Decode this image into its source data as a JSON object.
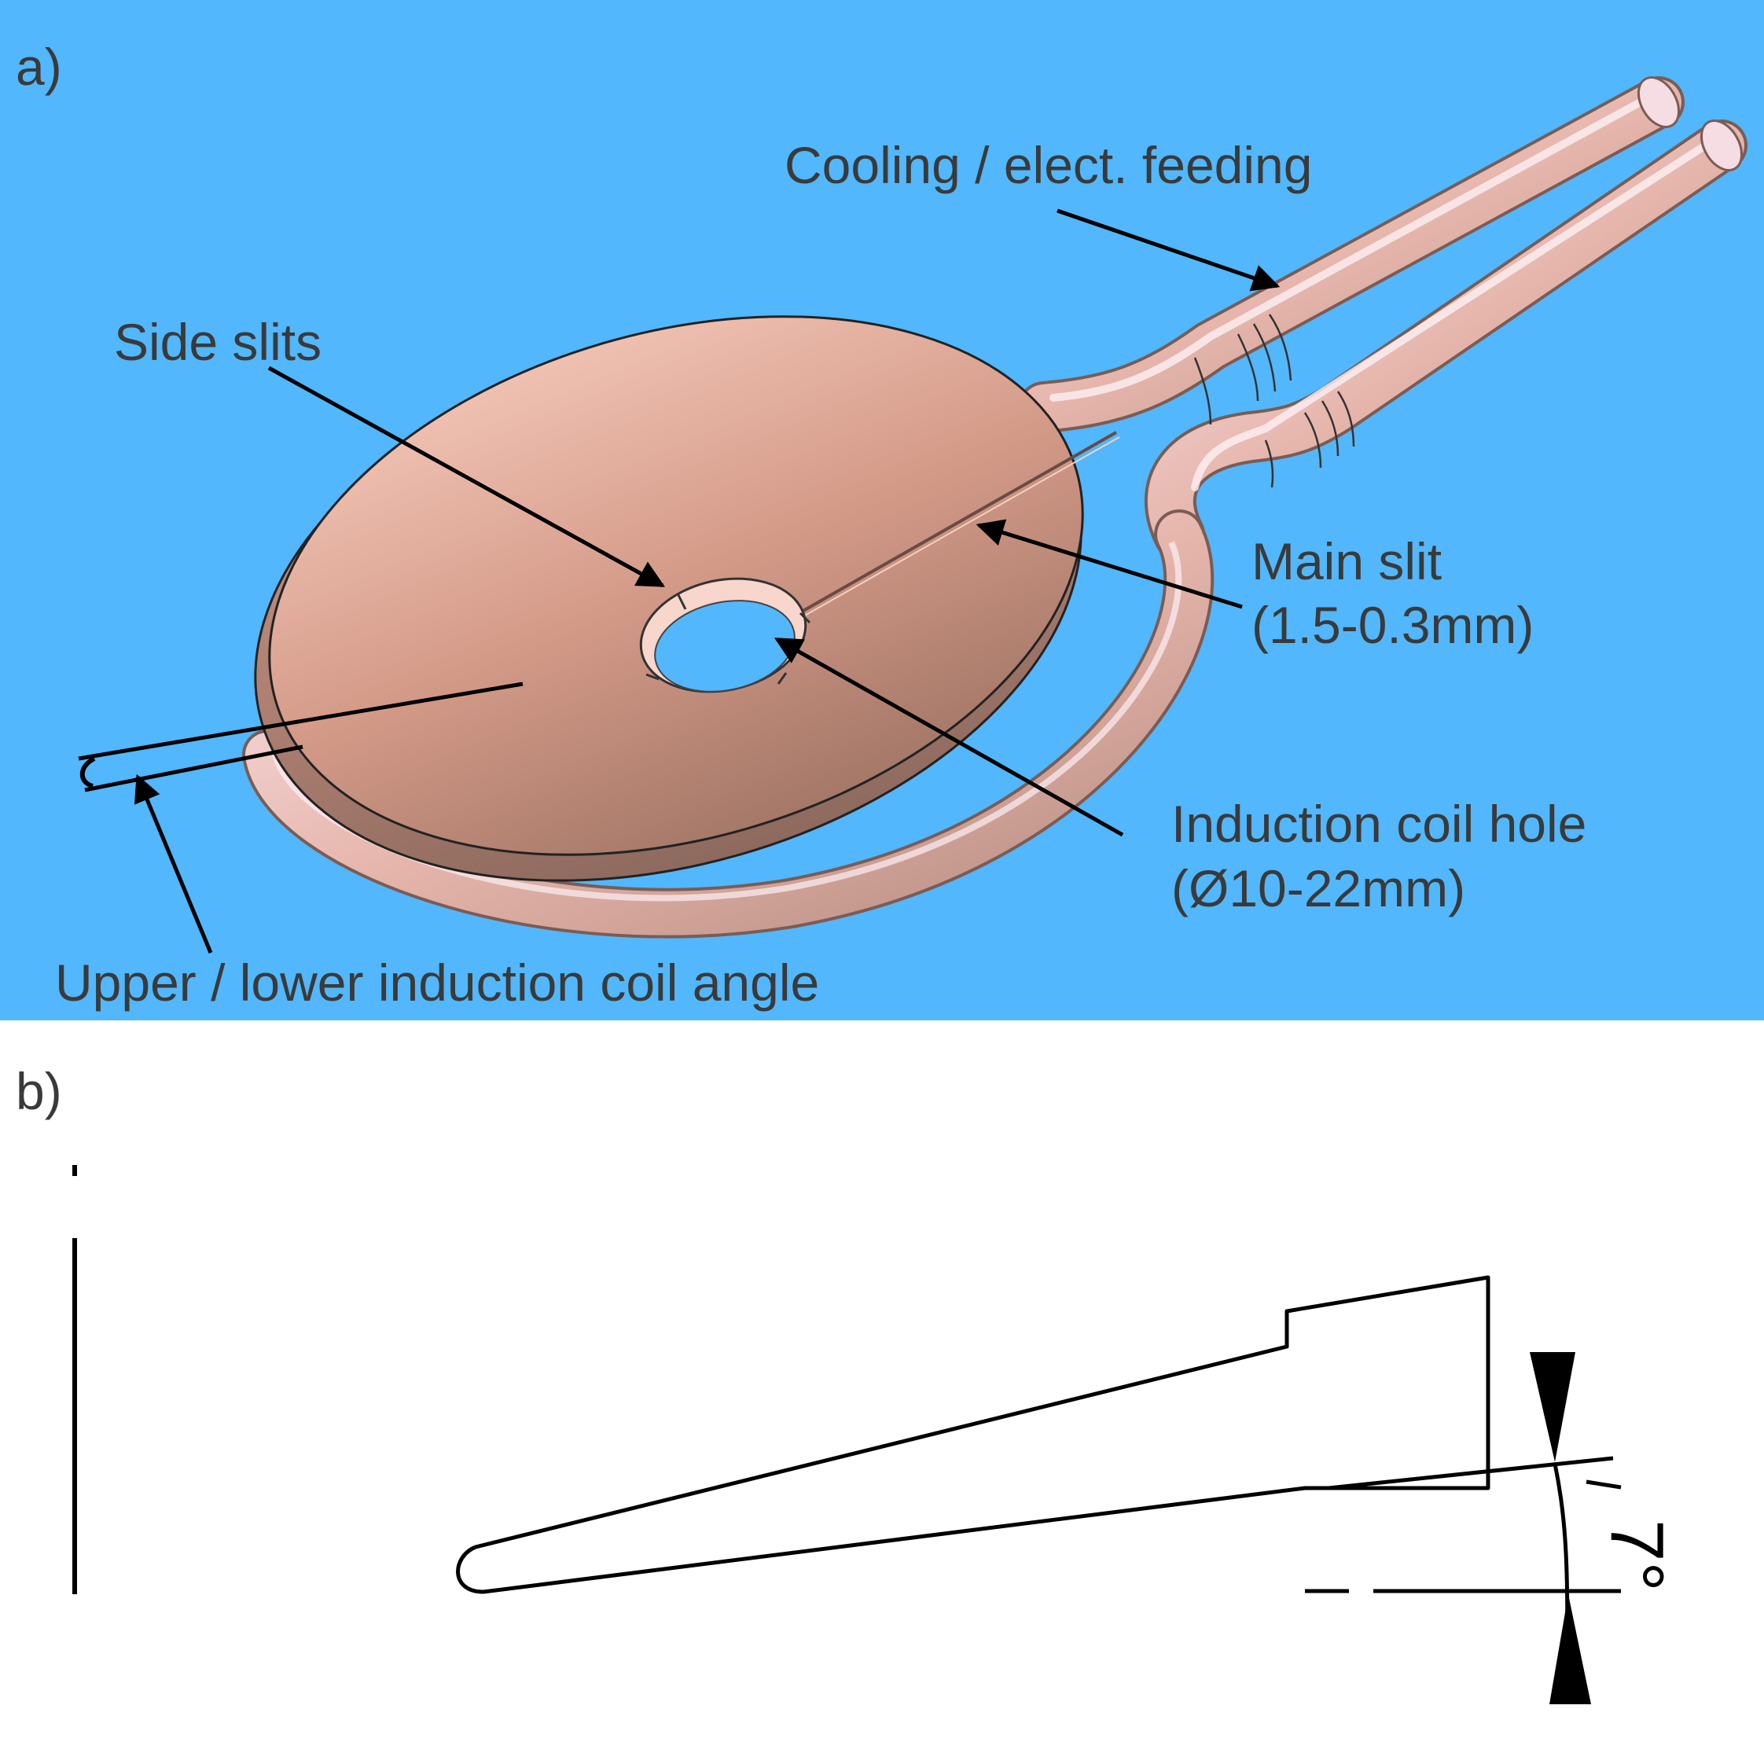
{
  "panel_a": {
    "label": "a)",
    "annotations": {
      "cooling": "Cooling / elect. feeding",
      "side_slits": "Side slits",
      "main_slit": "Main slit",
      "main_slit_range": "(1.5-0.3mm)",
      "hole": "Induction coil hole",
      "hole_range": "(Ø10-22mm)",
      "angle": "Upper / lower induction coil angle"
    },
    "colors": {
      "background": "#52b7fc",
      "copper_light": "#edbcad",
      "copper_dark": "#a67a6c",
      "tube_highlight": "#fbe6ee"
    }
  },
  "panel_b": {
    "label": "b)",
    "angle_value": "7°"
  }
}
